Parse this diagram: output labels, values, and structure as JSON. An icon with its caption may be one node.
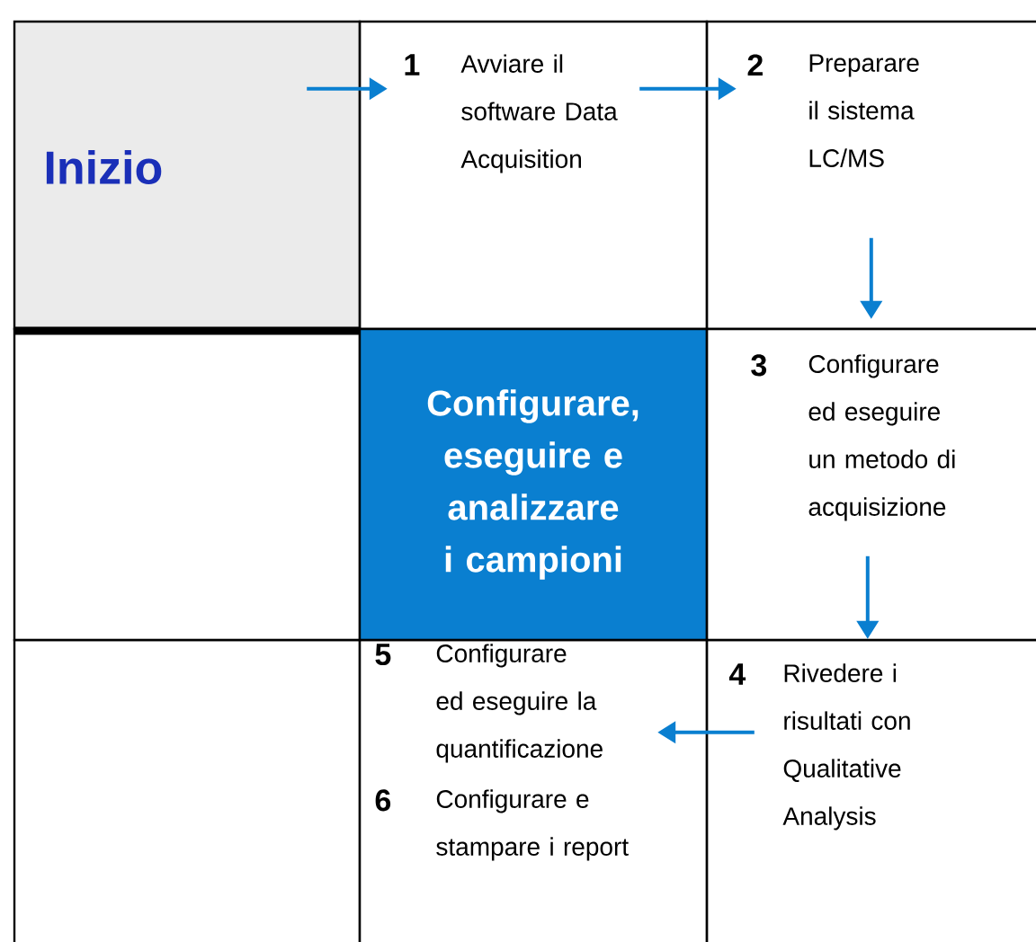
{
  "diagram": {
    "nodes": [
      {
        "text": [
          "Inizio"
        ]
      },
      {
        "text": [
          "1",
          "Avviare il software Data Acquisition"
        ]
      },
      {
        "text": [
          "2",
          "Preparare il sistema LC/MS"
        ]
      },
      {
        "text": [],
        "shape": "box"
      },
      {
        "text": [
          "Configurare, eseguire e analizzare i campioni"
        ]
      },
      {
        "text": [
          "3",
          "Configurare ed eseguire un metodo di acquisizione"
        ]
      },
      {
        "text": [],
        "shape": "box"
      },
      {
        "text": [
          "5",
          "Configurare ed eseguire la quantificazione",
          "6",
          "Configurare e stampare i report"
        ]
      },
      {
        "text": [
          "4",
          "Rivedere i risultati con Qualitative Analysis"
        ]
      }
    ],
    "edges": [
      {
        "from": 0,
        "to": 1,
        "arrow": "to"
      },
      {
        "from": 1,
        "to": 2,
        "arrow": "to"
      },
      {
        "from": 2,
        "to": 5,
        "arrow": "to"
      },
      {
        "from": 5,
        "to": 8,
        "arrow": "to"
      },
      {
        "from": 8,
        "to": 7,
        "arrow": "to"
      }
    ]
  }
}
